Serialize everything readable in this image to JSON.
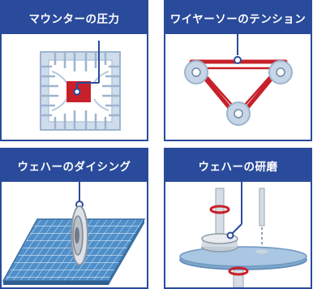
{
  "panels": [
    {
      "title": "マウンターの圧力",
      "illustration": "mounter-chip-icon"
    },
    {
      "title": "ワイヤーソーのテンション",
      "illustration": "wire-saw-pulleys-icon"
    },
    {
      "title": "ウェハーのダイシング",
      "illustration": "wafer-dicing-blade-icon"
    },
    {
      "title": "ウェハーの研磨",
      "illustration": "wafer-polishing-icon"
    }
  ],
  "colors": {
    "panel_border": "#2a4b9b",
    "title_bar": "#2a4b9b",
    "title_text": "#ffffff",
    "sensor_line": "#2a4b9b",
    "accent_red": "#c8202a",
    "steel_blue": "#9db4cf"
  }
}
